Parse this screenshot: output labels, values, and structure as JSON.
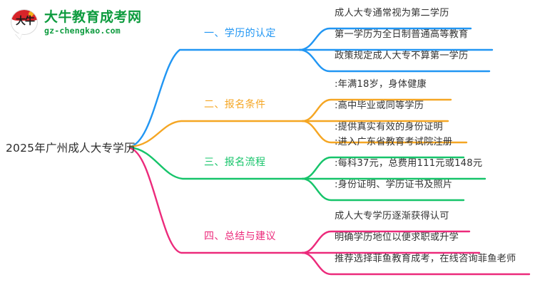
{
  "logo": {
    "mark_glyph": "大牛",
    "title": "大牛教育成考网",
    "domain": "gz-chengkao.com",
    "brand_green": "#0d9b3e",
    "brand_red": "#d7242a"
  },
  "mindmap": {
    "root": {
      "label": "2025年广州成人大专学历"
    },
    "branches": [
      {
        "index": "1",
        "label": "一、学历的认定",
        "color": "#2196f3",
        "leaves": [
          "成人大专通常视为第二学历",
          "第一学历为全日制普通高等教育",
          "政策规定成人大专不算第一学历"
        ]
      },
      {
        "index": "2",
        "label": "二、报名条件",
        "color": "#f5a623",
        "leaves": [
          ":年满18岁，身体健康",
          ":高中毕业或同等学历",
          ":提供真实有效的身份证明"
        ]
      },
      {
        "index": "3",
        "label": "三、报名流程",
        "color": "#16c46a",
        "leaves": [
          ":进入广东省教育考试院注册",
          ":每科37元，总费用111元或148元",
          ":身份证明、学历证书及照片"
        ]
      },
      {
        "index": "4",
        "label": "四、总结与建议",
        "color": "#ec2a7b",
        "leaves": [
          "成人大专学历逐渐获得认可",
          "明确学历地位以便求职或升学",
          "推荐选择菲鱼教育成考，在线咨询菲鱼老师"
        ]
      }
    ]
  }
}
